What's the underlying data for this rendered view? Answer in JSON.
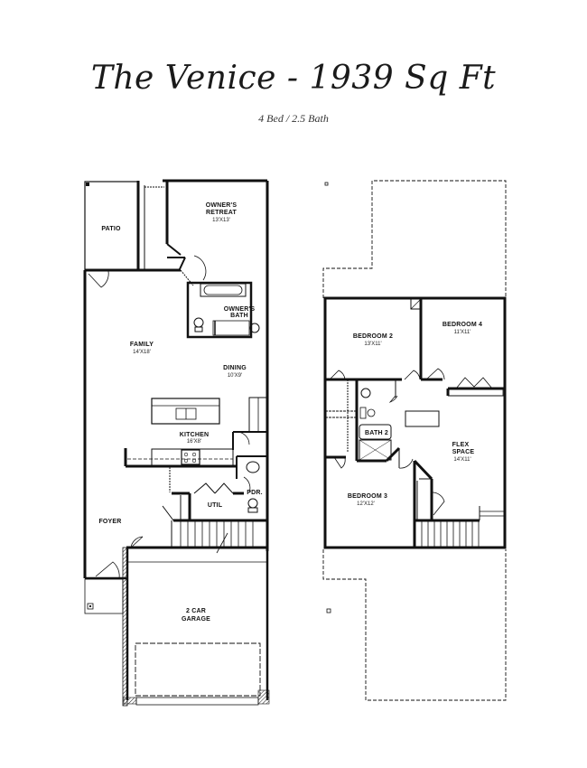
{
  "header": {
    "title": "The Venice - 1939 Sq Ft",
    "subtitle": "4 Bed / 2.5 Bath"
  },
  "first_floor": {
    "rooms": [
      {
        "name": "PATIO",
        "dims": ""
      },
      {
        "name": "OWNER'S RETREAT",
        "line1": "OWNER'S",
        "line2": "RETREAT",
        "dims": "13'X13'"
      },
      {
        "name": "OWNER'S BATH",
        "line1": "OWNER'S",
        "line2": "BATH",
        "dims": ""
      },
      {
        "name": "FAMILY",
        "dims": "14'X18'"
      },
      {
        "name": "DINING",
        "dims": "10'X9'"
      },
      {
        "name": "KITCHEN",
        "dims": "16'X8'"
      },
      {
        "name": "UTIL",
        "dims": ""
      },
      {
        "name": "PDR.",
        "dims": ""
      },
      {
        "name": "FOYER",
        "dims": ""
      },
      {
        "name": "2 CAR GARAGE",
        "line1": "2 CAR",
        "line2": "GARAGE",
        "dims": ""
      }
    ]
  },
  "second_floor": {
    "rooms": [
      {
        "name": "BEDROOM 2",
        "dims": "13'X11'"
      },
      {
        "name": "BEDROOM 4",
        "dims": "11'X11'"
      },
      {
        "name": "BATH 2",
        "dims": ""
      },
      {
        "name": "FLEX SPACE",
        "line1": "FLEX",
        "line2": "SPACE",
        "dims": "14'X11'"
      },
      {
        "name": "BEDROOM 3",
        "dims": "12'X12'"
      }
    ]
  },
  "colors": {
    "wall": "#111111",
    "background": "#ffffff"
  }
}
